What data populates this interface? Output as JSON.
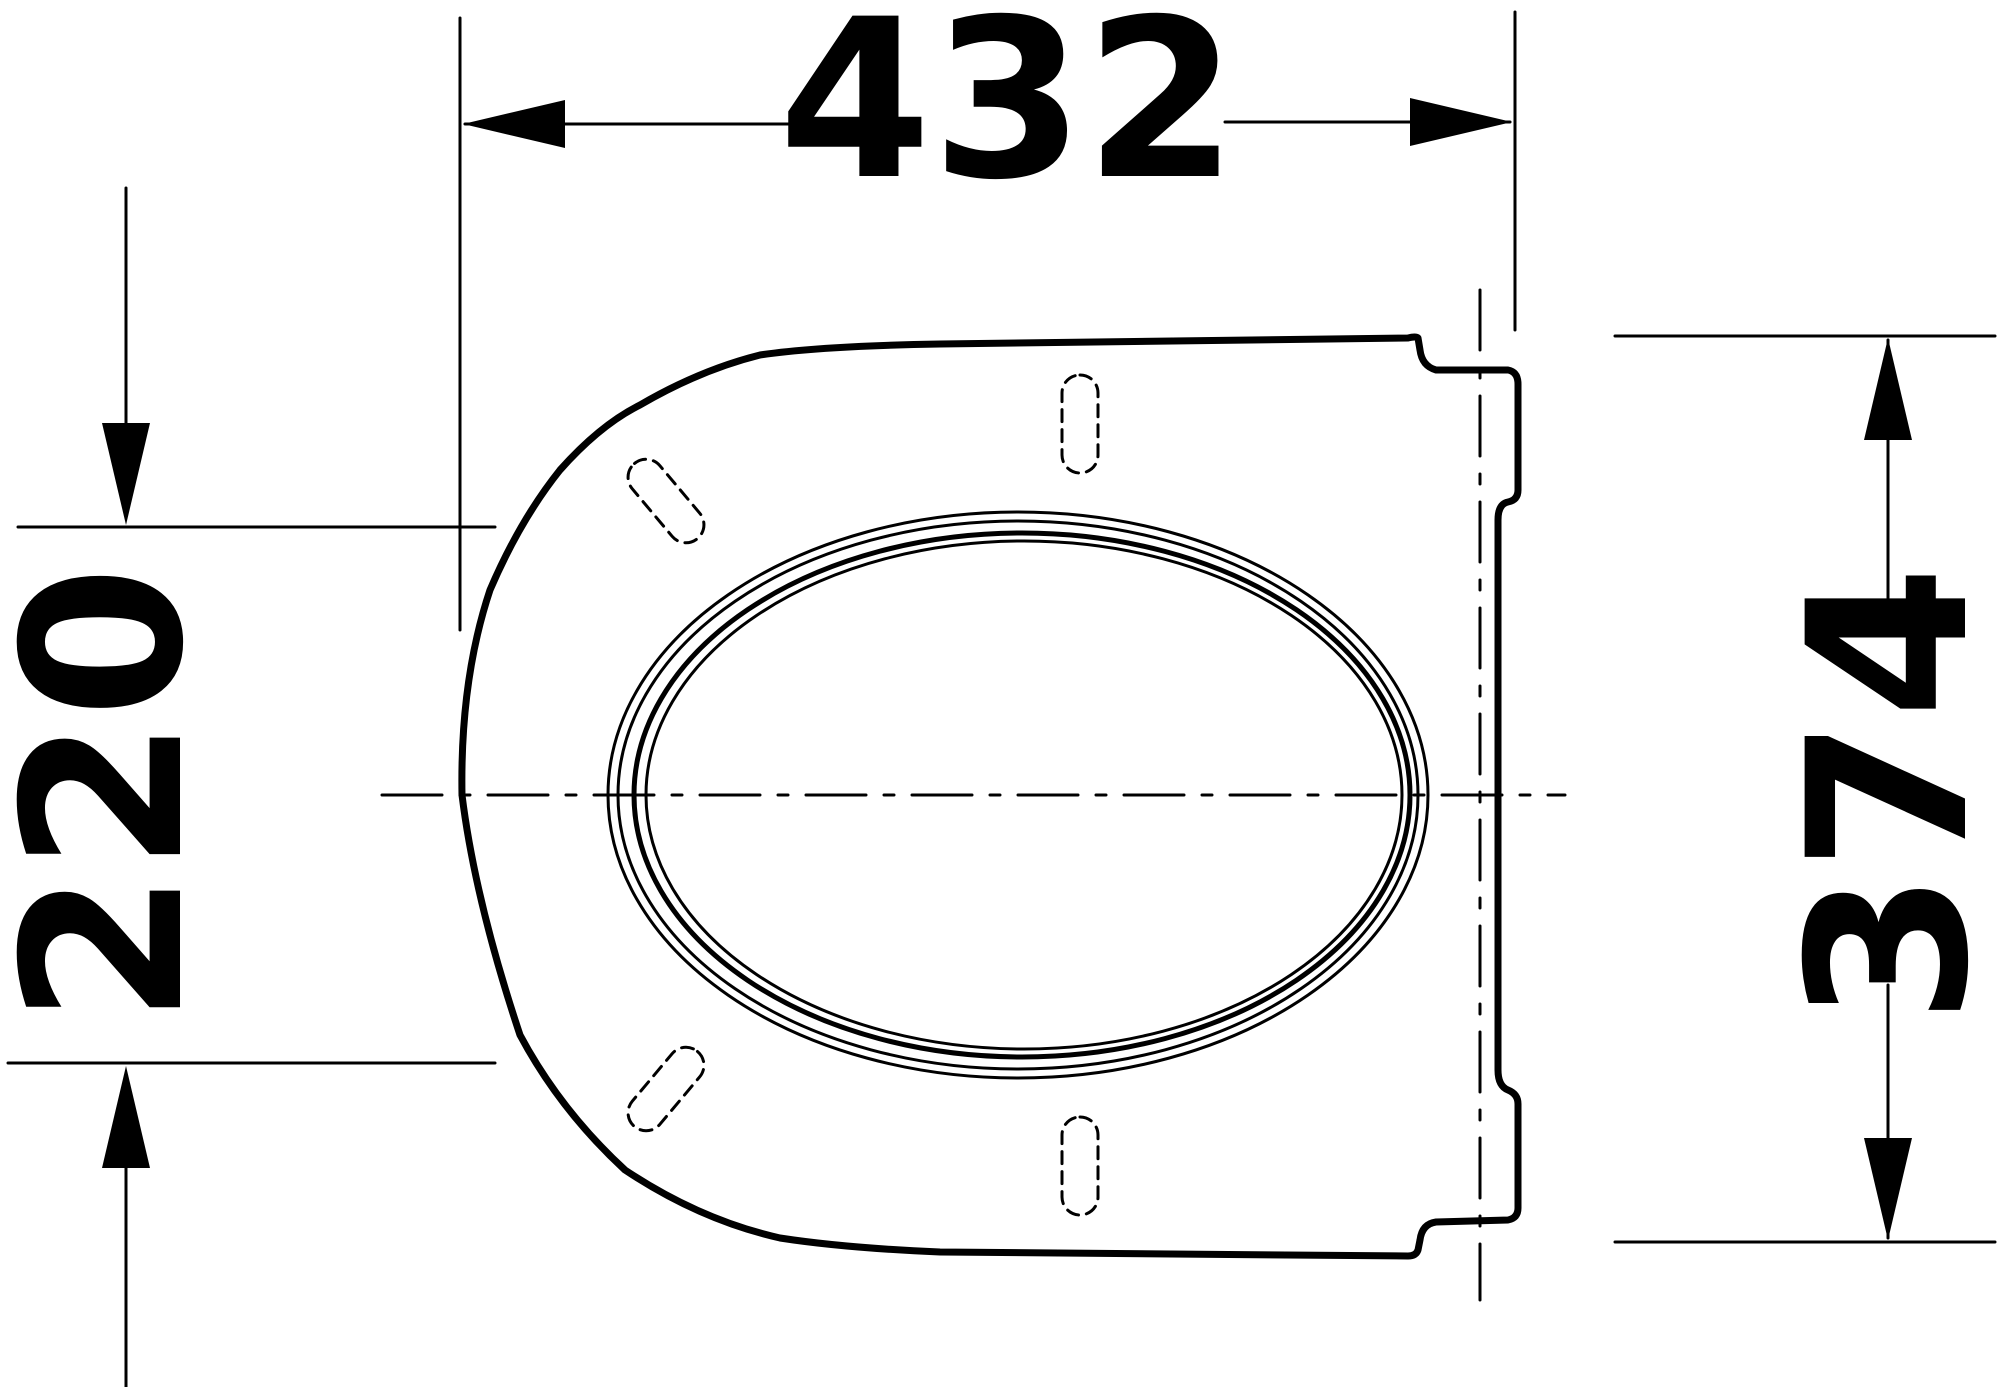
{
  "drawing": {
    "dimensions": {
      "width": "432",
      "depth": "374",
      "hole_spacing": "220"
    }
  }
}
